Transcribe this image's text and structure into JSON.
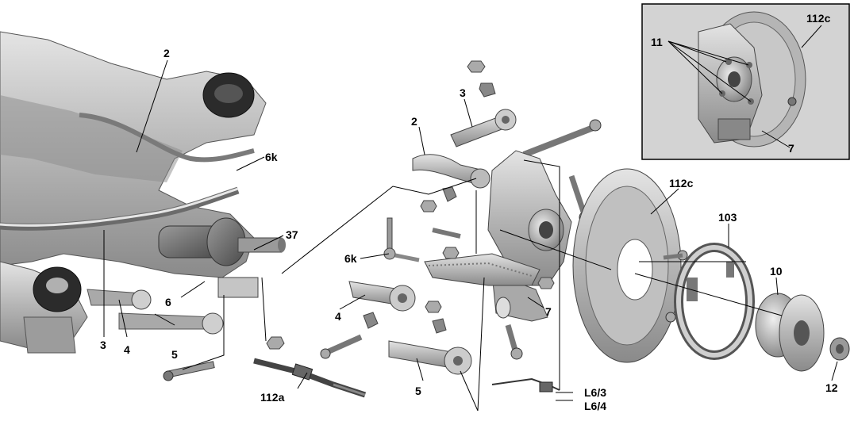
{
  "labels": {
    "l2_left": "2",
    "l6k_top": "6k",
    "l37": "37",
    "l6": "6",
    "l3_left": "3",
    "l4_left": "4",
    "l5_left": "5",
    "l112a": "112a",
    "l3_mid": "3",
    "l2_mid": "2",
    "l6k_mid": "6k",
    "l4_mid": "4",
    "l5_mid": "5",
    "l7_mid": "7",
    "l112c_main": "112c",
    "l103": "103",
    "l10": "10",
    "l12": "12",
    "l63": "L6/3",
    "l64": "L6/4",
    "inset_11": "11",
    "inset_112c": "112c",
    "inset_7": "7"
  }
}
